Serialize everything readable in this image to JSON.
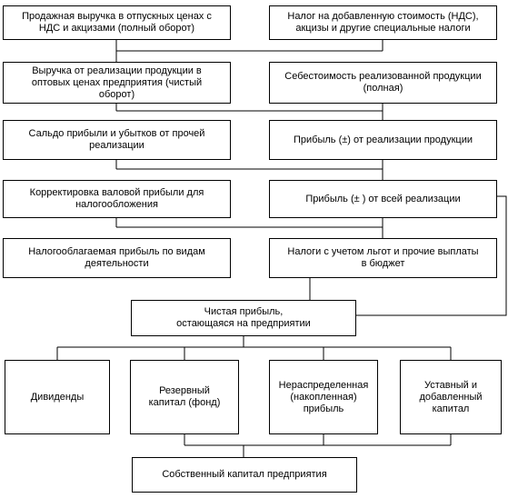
{
  "diagram": {
    "boxes": {
      "gross_revenue": "Продажная выручка в отпускных ценах с\nНДС и акцизами (полный оборот)",
      "vat_taxes": "Налог на добавленную стоимость (НДС),\nакцизы и другие специальные налоги",
      "net_revenue": "Выручка от реализации продукции в\nоптовых ценах предприятия (чистый\nоборот)",
      "cost_of_sales": "Себестоимость реализованной продукции\n(полная)",
      "other_sales_balance": "Сальдо прибыли и убытков от прочей\nреализации",
      "profit_product_sales": "Прибыль (±) от реализации продукции",
      "tax_adjustment": "Корректировка валовой прибыли для\nналогообложения",
      "profit_all_sales": "Прибыль (± ) от всей реализации",
      "taxable_profit": "Налогооблагаемая прибыль по видам\nдеятельности",
      "taxes_payments": "Налоги с учетом льгот и прочие выплаты\nв бюджет",
      "net_profit": "Чистая прибыль,\nостающаяся на предприятии",
      "dividends": "Дивиденды",
      "reserve_capital": "Резервный\nкапитал (фонд)",
      "retained_earnings": "Нераспределенная\n(накопленная)\nприбыль",
      "charter_capital": "Уставный и\nдобавленный\nкапитал",
      "equity": "Собственный капитал предприятия"
    }
  }
}
